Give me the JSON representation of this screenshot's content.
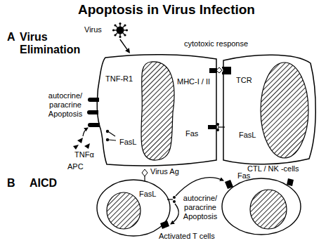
{
  "diagram": {
    "title": "Apoptosis in Virus Infection",
    "nodes": [
      {
        "text": [
          "Virus"
        ]
      },
      {
        "text": [
          "APC"
        ]
      },
      {
        "text": [
          "CTL / NK -cells"
        ]
      }
    ],
    "edges": [
      {
        "from": 0,
        "to": 1,
        "arrow": "to"
      }
    ],
    "labels": [
      "A",
      "Virus Elimination",
      "cytotoxic response",
      "autocrine/ paracrine Apoptosis",
      "TNF-R1",
      "MHC-I / II",
      "TCR",
      "TNFα",
      "FasL",
      "Fas",
      "FasL",
      "B",
      "AICD",
      "Virus Ag",
      "FasL",
      "Fas",
      "autocrine/ paracrine Apoptosis",
      "Activated T cells"
    ]
  }
}
